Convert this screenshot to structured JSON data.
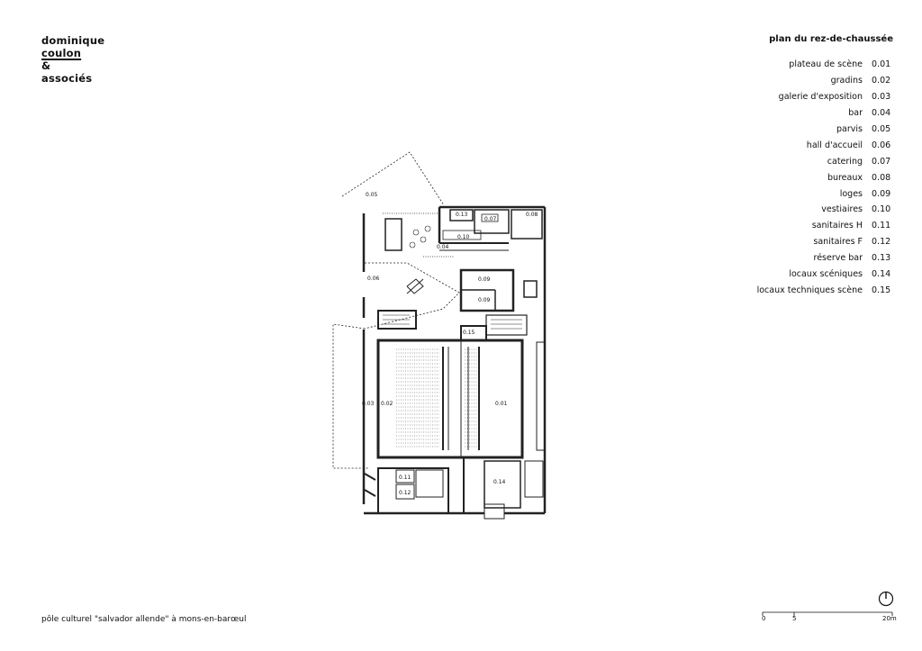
{
  "brand": {
    "line1": "dominique",
    "line2": "coulon",
    "line3": "&",
    "line4": "associés"
  },
  "legend": {
    "title": "plan du rez-de-chaussée",
    "items": [
      {
        "name": "plateau de scène",
        "code": "0.01"
      },
      {
        "name": "gradins",
        "code": "0.02"
      },
      {
        "name": "galerie d'exposition",
        "code": "0.03"
      },
      {
        "name": "bar",
        "code": "0.04"
      },
      {
        "name": "parvis",
        "code": "0.05"
      },
      {
        "name": "hall d'accueil",
        "code": "0.06"
      },
      {
        "name": "catering",
        "code": "0.07"
      },
      {
        "name": "bureaux",
        "code": "0.08"
      },
      {
        "name": "loges",
        "code": "0.09"
      },
      {
        "name": "vestiaires",
        "code": "0.10"
      },
      {
        "name": "sanitaires H",
        "code": "0.11"
      },
      {
        "name": "sanitaires F",
        "code": "0.12"
      },
      {
        "name": "réserve bar",
        "code": "0.13"
      },
      {
        "name": "locaux scéniques",
        "code": "0.14"
      },
      {
        "name": "locaux techniques scène",
        "code": "0.15"
      }
    ]
  },
  "plan_labels": {
    "l01": "0.01",
    "l02": "0.02",
    "l03": "0.03",
    "l04": "0.04",
    "l05": "0.05",
    "l06": "0.06",
    "l07": "0.07",
    "l08": "0.08",
    "l09a": "0.09",
    "l09b": "0.09",
    "l10": "0.10",
    "l11": "0.11",
    "l12": "0.12",
    "l13": "0.13",
    "l14": "0.14",
    "l15": "0.15"
  },
  "caption": "pôle culturel \"salvador allende\" à mons-en-barœul",
  "scale": {
    "s0": "0",
    "s5": "5",
    "s20": "20m"
  },
  "icons": {
    "north": "north-arrow-icon"
  }
}
